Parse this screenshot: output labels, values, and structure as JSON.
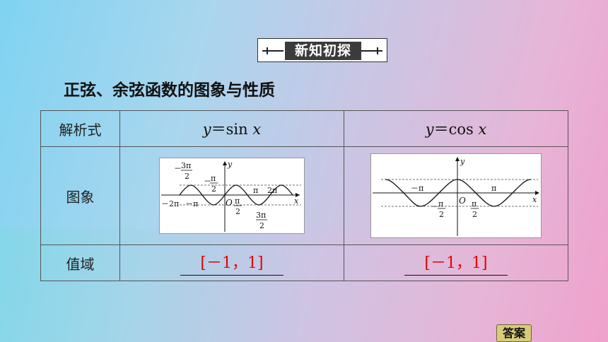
{
  "section_title": "新知初探",
  "heading": "正弦、余弦函数的图象与性质",
  "table": {
    "row_labels": [
      "解析式",
      "图象",
      "值域"
    ],
    "sin": {
      "formula_y": "y",
      "formula_eq": "＝sin ",
      "formula_x": "x",
      "range": "[－1，1]"
    },
    "cos": {
      "formula_y": "y",
      "formula_eq": "＝cos ",
      "formula_x": "x",
      "range": "[－1，1]"
    }
  },
  "sin_graph": {
    "labels": {
      "y_axis": "y",
      "x_axis": "x",
      "origin": "O",
      "neg_2pi": "－2π",
      "neg_pi": "－π",
      "pi": "π",
      "two_pi": "2π",
      "neg_three": "3π",
      "neg_half": "π",
      "pos_half": "π",
      "pos_three": "3π",
      "den": "2",
      "minus": "－"
    }
  },
  "cos_graph": {
    "labels": {
      "y_axis": "y",
      "x_axis": "x",
      "origin": "O",
      "neg_pi": "－π",
      "pi": "π",
      "neg_half": "π",
      "pos_half": "π",
      "den": "2",
      "minus": "－"
    }
  },
  "answer_button": "答案"
}
